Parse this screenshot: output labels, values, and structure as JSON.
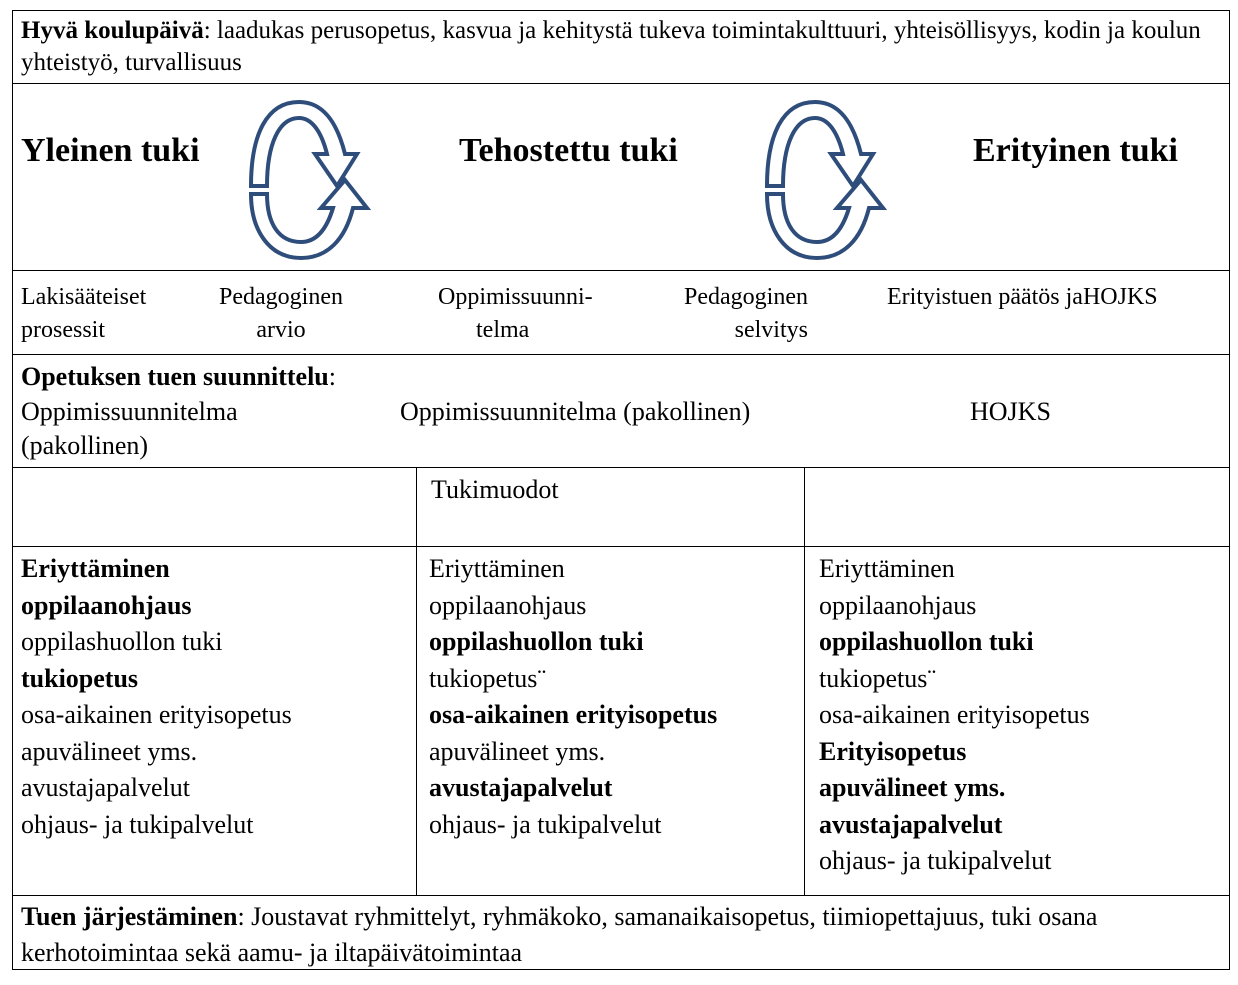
{
  "row1": {
    "bold": "Hyvä koulupäivä",
    "text": ": laadukas perusopetus, kasvua ja kehitystä tukeva toimintakulttuuri, yhteisöllisyys, kodin ja koulun yhteistyö, turvallisuus"
  },
  "levels": {
    "general": "Yleinen tuki",
    "intensified": "Tehostettu tuki",
    "special": "Erityinen tuki"
  },
  "processes": {
    "item1_line1": "Lakisääteiset",
    "item1_line2": "prosessit",
    "item2_line1": "Pedagoginen",
    "item2_line2": "arvio",
    "item3_line1": "Oppimissuunni-",
    "item3_line2": "telma",
    "item4_line1": "Pedagoginen",
    "item4_line2": "selvitys",
    "item5_line1": "Erityistuen päätös jaHOJKS"
  },
  "planning": {
    "heading": "Opetuksen tuen suunnittelu",
    "colon": ":",
    "col1_line1": "Oppimissuunnitelma",
    "col1_line2": "(pakollinen)",
    "col2": "Oppimissuunnitelma (pakollinen)",
    "col3": "HOJKS"
  },
  "support_forms": {
    "header": "Tukimuodot"
  },
  "columns": [
    [
      {
        "text": "Eriyttäminen",
        "bold": true
      },
      {
        "text": "oppilaanohjaus",
        "bold": true
      },
      {
        "text": "oppilashuollon tuki",
        "bold": false
      },
      {
        "text": "tukiopetus",
        "bold": true
      },
      {
        "text": "osa-aikainen erityisopetus",
        "bold": false
      },
      {
        "text": "apuvälineet yms.",
        "bold": false
      },
      {
        "text": "avustajapalvelut",
        "bold": false
      },
      {
        "text": "ohjaus- ja tukipalvelut",
        "bold": false
      }
    ],
    [
      {
        "text": "Eriyttäminen",
        "bold": false
      },
      {
        "text": "oppilaanohjaus",
        "bold": false
      },
      {
        "text": "oppilashuollon tuki",
        "bold": true
      },
      {
        "text": "tukiopetus¨",
        "bold": false
      },
      {
        "text": "osa-aikainen erityisopetus",
        "bold": true
      },
      {
        "text": "apuvälineet yms.",
        "bold": false
      },
      {
        "text": "avustajapalvelut",
        "bold": true
      },
      {
        "text": "ohjaus- ja tukipalvelut",
        "bold": false
      }
    ],
    [
      {
        "text": "Eriyttäminen",
        "bold": false
      },
      {
        "text": "oppilaanohjaus",
        "bold": false
      },
      {
        "text": "oppilashuollon tuki",
        "bold": true
      },
      {
        "text": "tukiopetus¨",
        "bold": false
      },
      {
        "text": "osa-aikainen erityisopetus",
        "bold": false
      },
      {
        "text": "Erityisopetus",
        "bold": true
      },
      {
        "text": "apuvälineet yms.",
        "bold": true
      },
      {
        "text": "avustajapalvelut",
        "bold": true
      },
      {
        "text": "ohjaus- ja tukipalvelut",
        "bold": false
      }
    ]
  ],
  "organizing": {
    "bold": "Tuen järjestäminen",
    "text": ": Joustavat ryhmittelyt, ryhmäkoko, samanaikaisopetus, tiimiopettajuus, tuki osana kerhotoimintaa sekä aamu- ja iltapäivätoimintaa"
  },
  "colors": {
    "arrow_stroke": "#2e4d7b",
    "border": "#000000"
  }
}
